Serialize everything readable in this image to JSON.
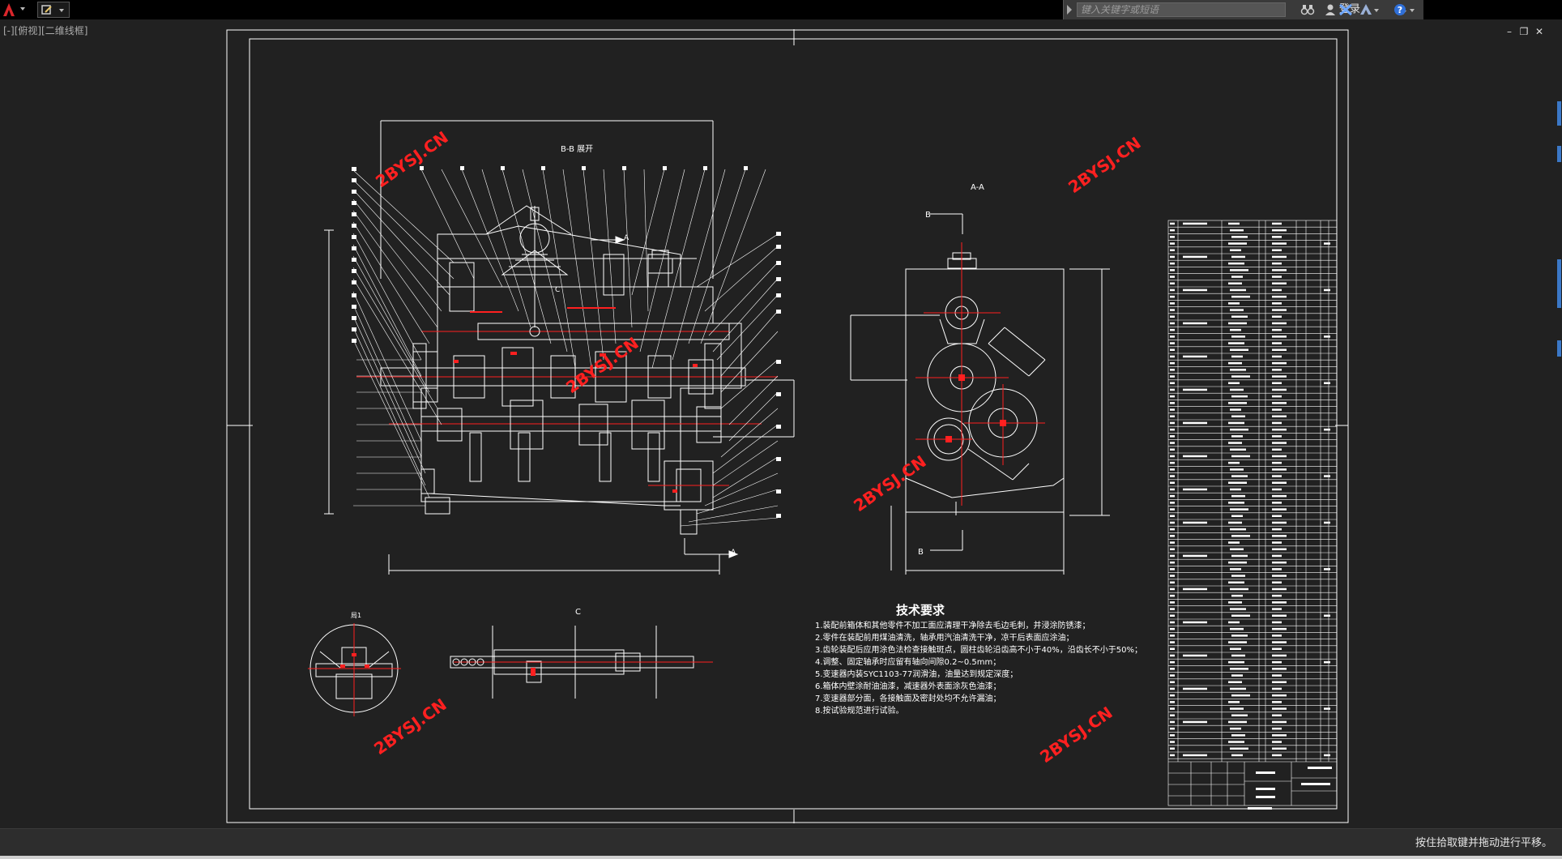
{
  "toolbar": {
    "search_placeholder": "键入关键字或短语",
    "login_label": "登录"
  },
  "viewport": {
    "label": "[-][俯视][二维线框]"
  },
  "status": {
    "message": "按住拾取键并拖动进行平移。"
  },
  "drawing": {
    "section_bb": "B-B 展开",
    "section_aa": "A-A",
    "detail_c": "C",
    "detail_sm": "局1",
    "label_a": "A",
    "label_b": "B",
    "label_c": "C",
    "tech_title": "技术要求",
    "tech_lines": [
      "1.装配前箱体和其他零件不加工面应清理干净除去毛边毛刺，并浸涂防锈漆；",
      "2.零件在装配前用煤油清洗，轴承用汽油清洗干净，凉干后表面应涂油；",
      "3.齿轮装配后应用涂色法检查接触斑点，圆柱齿轮沿齿高不小于40%，沿齿长不小于50%；",
      "4.调整、固定轴承时应留有轴向间隙0.2~0.5mm；",
      "5.变速器内装SYC1103-77润滑油，油量达到规定深度；",
      "6.箱体内壁涂耐油油漆，减速器外表面涂灰色油漆；",
      "7.变速器部分面，各接触面及密封处均不允许漏油；",
      "8.按试验规范进行试验。"
    ],
    "watermark": "2BYSJ.CN"
  },
  "colors": {
    "background": "#212121",
    "line": "#ffffff",
    "accent": "#ff2020"
  }
}
